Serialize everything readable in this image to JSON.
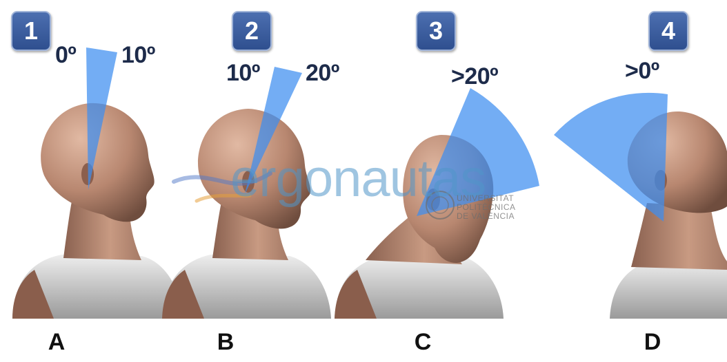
{
  "panels": [
    {
      "number": "1",
      "label": "A",
      "angles": [
        "0º",
        "10º"
      ]
    },
    {
      "number": "2",
      "label": "B",
      "angles": [
        "10º",
        "20º"
      ]
    },
    {
      "number": "3",
      "label": "C",
      "angles": [
        ">20º"
      ]
    },
    {
      "number": "4",
      "label": "D",
      "angles": [
        ">0º"
      ]
    }
  ],
  "watermark": {
    "brand": "ergonautas",
    "institution": "UNIVERSITAT\nPOLITÈCNICA\nDE VALÈNCIA"
  },
  "colors": {
    "sector": "#3d8ef0",
    "badge": "#3a5a9a",
    "skin": "#c08f75",
    "shirt": "#d8d8d8",
    "text": "#1d2b4a"
  }
}
